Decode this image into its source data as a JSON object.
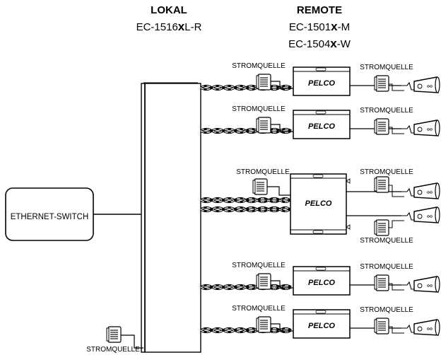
{
  "header": {
    "local_title": "LOKAL",
    "local_model_pre": "EC-1516",
    "local_model_x": "x",
    "local_model_post": "L-R",
    "remote_title": "REMOTE",
    "remote_model1_pre": "EC-1501",
    "remote_model1_x": "x",
    "remote_model1_post": "-M",
    "remote_model2_pre": "EC-1504",
    "remote_model2_x": "x",
    "remote_model2_post": "-W"
  },
  "switch_label": "ETHERNET-SWITCH",
  "power_label": "STROMQUELLE",
  "brand_label": "PELCO",
  "icons": [
    "power-supply-icon",
    "camera-icon",
    "twisted-pair-cable-icon"
  ]
}
